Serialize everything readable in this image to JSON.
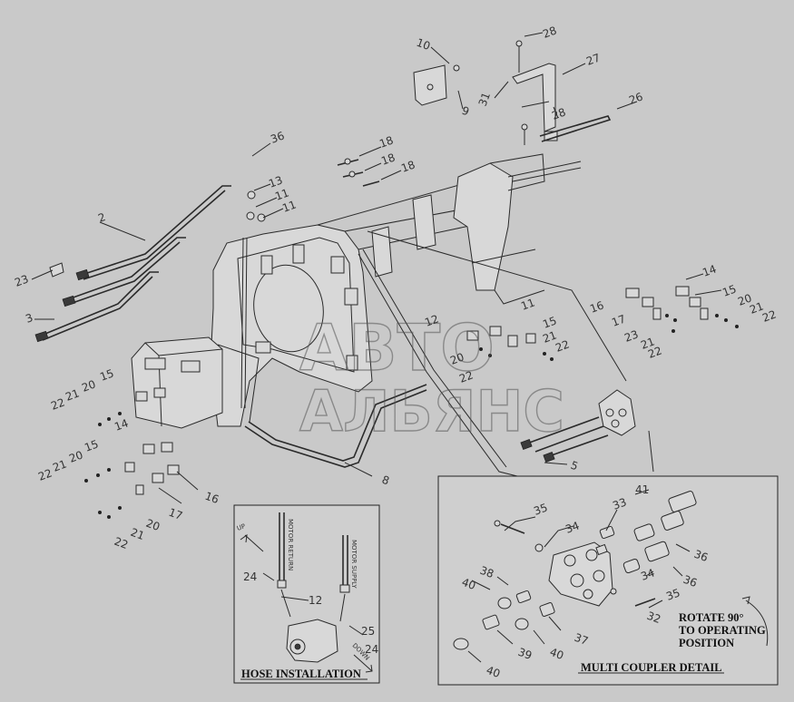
{
  "callouts": {
    "n36_top": "36",
    "n13": "13",
    "n11a": "11",
    "n11b": "11",
    "n2": "2",
    "n23": "23",
    "n3": "3",
    "n10": "10",
    "n9": "9",
    "n31": "31",
    "n28a": "28",
    "n27": "27",
    "n28b": "28",
    "n26": "26",
    "n18a": "18",
    "n18b": "18",
    "n18c": "18",
    "n14r": "14",
    "n15r": "15",
    "n20r": "20",
    "n21r": "21",
    "n22r": "22",
    "n16r": "16",
    "n17r": "17",
    "n23r": "23",
    "n21r2": "21",
    "n22r2": "22",
    "n15m": "15",
    "n21m": "21",
    "n22m": "22",
    "n20m": "20",
    "n22m2": "22",
    "n11m": "11",
    "n12m": "12",
    "n15l": "15",
    "n20l": "20",
    "n21l": "21",
    "n22l": "22",
    "n14l": "14",
    "n15l2": "15",
    "n20l2": "20",
    "n21l2": "21",
    "n22l2": "22",
    "n16l": "16",
    "n17l": "17",
    "n20l3": "20",
    "n21l3": "21",
    "n22l3": "22",
    "n8": "8",
    "n5": "5",
    "h24a": "24",
    "h12": "12",
    "h24b": "24",
    "h25": "25",
    "m41": "41",
    "m35a": "35",
    "m33": "33",
    "m34a": "34",
    "m36a": "36",
    "m38": "38",
    "m40a": "40",
    "m34b": "34",
    "m36b": "36",
    "m32": "32",
    "m35b": "35",
    "m37": "37",
    "m39": "39",
    "m40b": "40",
    "m40c": "40"
  },
  "hose_installation": {
    "title": "HOSE INSTALLATION",
    "up_label": "UP",
    "down_label": "DOWN",
    "motor_return_label": "MOTOR RETURN",
    "motor_supply_label": "MOTOR SUPPLY"
  },
  "multi_coupler": {
    "title": "MULTI COUPLER DETAIL",
    "note_line1": "ROTATE 90°",
    "note_line2": "TO OPERATING",
    "note_line3": "POSITION"
  },
  "watermark": {
    "line1": "АВТО",
    "line2": "АЛЬЯНС"
  }
}
